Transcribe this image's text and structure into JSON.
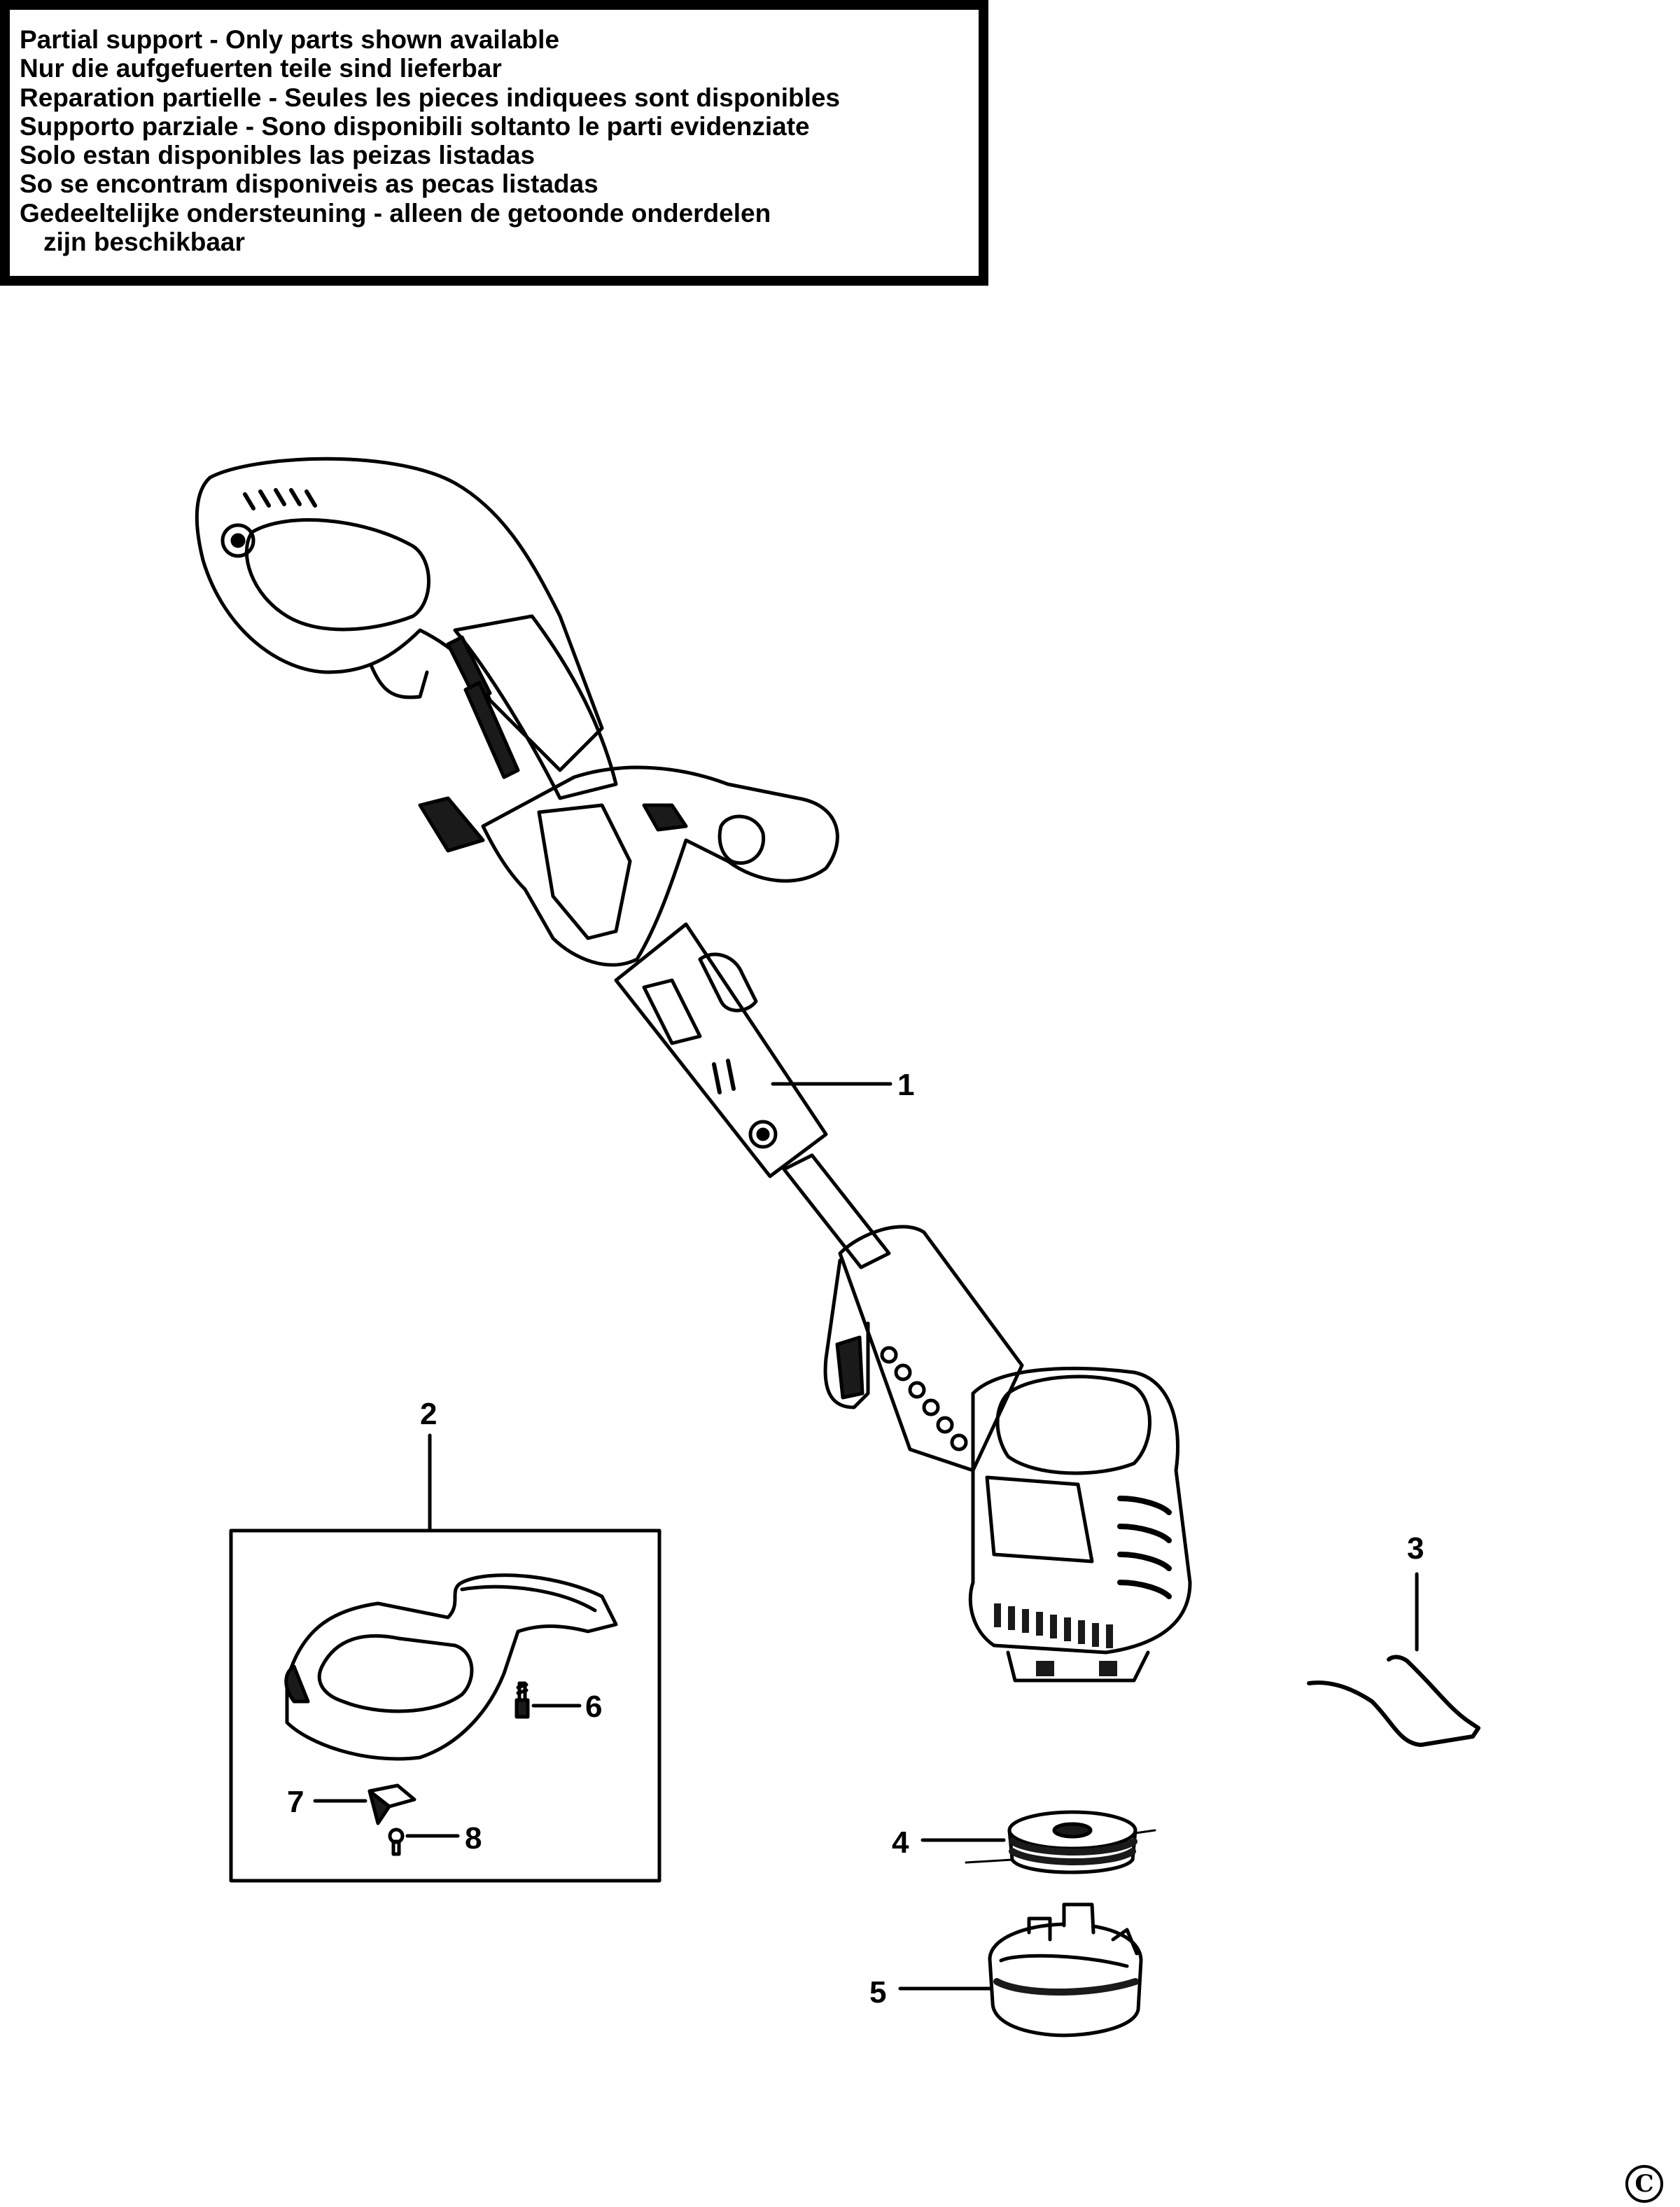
{
  "notice": {
    "lines": [
      "Partial support - Only parts shown available",
      "Nur die aufgefuerten teile sind lieferbar",
      "Reparation partielle - Seules les pieces indiquees sont disponibles",
      "Supporto parziale - Sono disponibili soltanto le parti evidenziate",
      "Solo estan disponibles las peizas listadas",
      "So se encontram disponiveis as pecas listadas",
      "Gedeeltelijke ondersteuning - alleen de getoonde onderdelen",
      "zijn beschikbaar"
    ]
  },
  "callouts": {
    "c1": "1",
    "c2": "2",
    "c3": "3",
    "c4": "4",
    "c5": "5",
    "c6": "6",
    "c7": "7",
    "c8": "8"
  },
  "copyright_symbol": "C",
  "colors": {
    "ink": "#000000",
    "paper": "#ffffff",
    "dark_fill": "#1a1a1a"
  }
}
